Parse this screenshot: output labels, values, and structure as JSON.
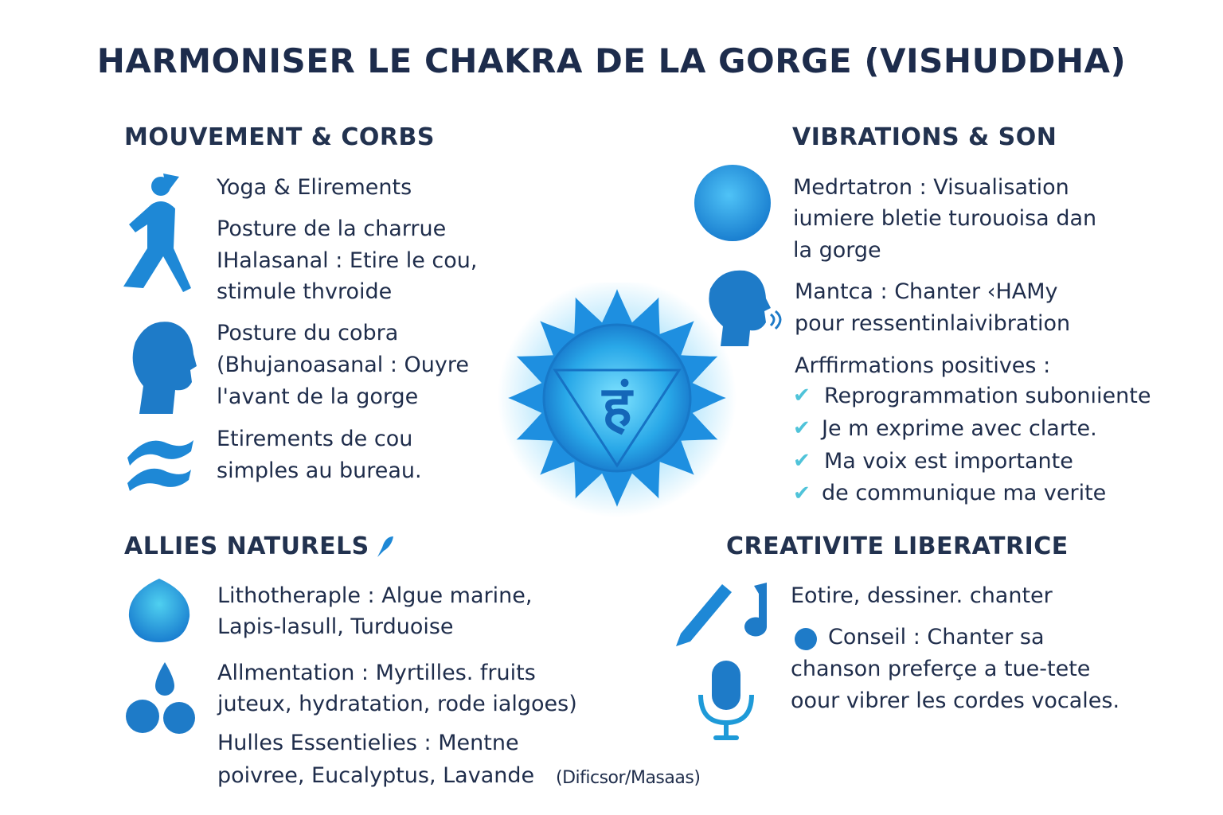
{
  "title": "HARMONISER LE CHAKRA DE LA GORGE (VISHUDDHA)",
  "colors": {
    "text": "#1f2d4b",
    "accent": "#1e88d6",
    "glow": "#4fc3f7",
    "check": "#4fc3d9"
  },
  "movement": {
    "heading": "MOUVEMENT & CORBS",
    "lines": [
      "Yoga & Elirements",
      "Posture de la charrue",
      "IHalasanal : Etire le cou,",
      "stimule thvroide",
      "Posture du cobra",
      "(Bhujanoasanal : Ouyre",
      "l'avant de la gorge",
      "Etirements de cou",
      "simples au bureau."
    ]
  },
  "vibrations": {
    "heading": "VIBRATIONS & SON",
    "lines": [
      "Medrtatron : Visualisation",
      "iumiere bletie turouoisa dan",
      "la gorge",
      "Mantca : Chanter ‹HAMy",
      "pour ressentinlaivibration",
      "Arffirmations positives :"
    ],
    "affirmations": [
      "Reprogrammation subonıiente",
      "Je m exprime avec clarte.",
      "Ma voix est importante",
      "de communique ma verite"
    ]
  },
  "allies": {
    "heading": "ALLIES NATURELS",
    "lines": [
      "Lithotheraple : Algue marine,",
      "Lapis-lasull, Turduoise",
      "Allmentation : Myrtilles. fruits",
      "juteux, hydratation, rode ialgoes)",
      "Hulles Essentielies : Mentne",
      "poivree, Eucalyptus, Lavande"
    ],
    "note": "(Dificsor/Masaas)"
  },
  "creativity": {
    "heading": "CREATIVITE LIBERATRICE",
    "lines": [
      "Eotire, dessiner. chanter",
      "Conseil : Chanter sa",
      "chanson preferçe a tue-tete",
      "oour vibrer les cordes vocales."
    ]
  },
  "chakra_symbol": "हं"
}
